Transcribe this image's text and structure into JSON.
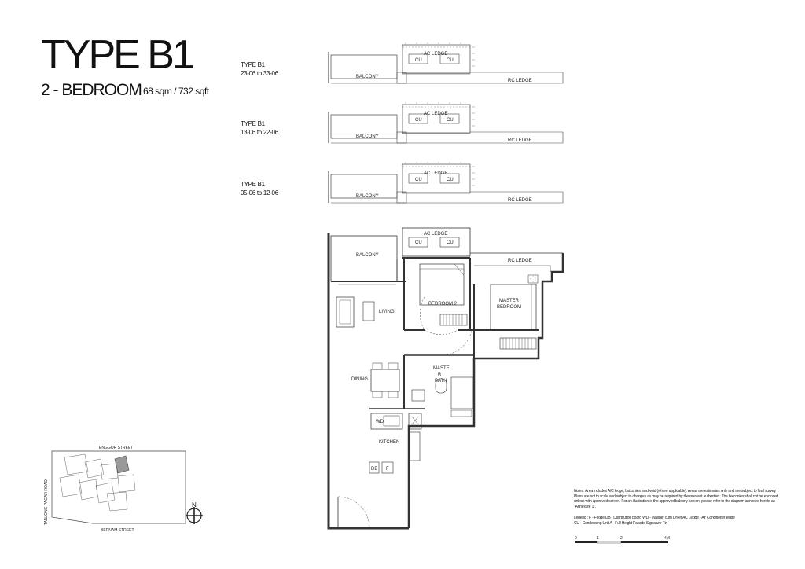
{
  "header": {
    "title": "TYPE B1",
    "subtitle": "2 - BEDROOM",
    "area": "68 sqm / 732 sqft"
  },
  "key_plans": [
    {
      "type": "TYPE B1",
      "range": "23-06 to 33-06"
    },
    {
      "type": "TYPE B1",
      "range": "13-06 to 22-06"
    },
    {
      "type": "TYPE B1",
      "range": "05-06 to 12-06"
    }
  ],
  "labels": {
    "balcony": "BALCONY",
    "ac_ledge": "AC LEDGE",
    "cu": "CU",
    "rc_ledge": "RC LEDGE",
    "bedroom2": "BEDROOM 2",
    "master_line1": "MASTER",
    "master_line2": "BEDROOM",
    "living": "LIVING",
    "dining": "DINING",
    "bath_line1": "MASTE",
    "bath_line2": "R",
    "bath_line3": "BATH",
    "kitchen": "KITCHEN",
    "wd": "WD",
    "db": "DB",
    "f": "F"
  },
  "site_plan": {
    "top_street": "ENGGOR STREET",
    "bottom_street": "BERNAM STREET",
    "side_road": "TANJONG PAGAR ROAD",
    "north": "N"
  },
  "notes": "Notes: Area includes A/C ledge, balconies, and void (where applicable). Areas are estimates only and are subject to final survey. Plans are not to scale and subject to changes as may be required by the relevant authorities. The balconies shall not be enclosed unless with approved screen. For an illustration of the approved balcony screen, please refer to the diagram annexed hereto as \"Annexure 1\".",
  "legend_line1": "Legend : F - Fridge DB - Distribution board WD - Washer cum Dryer AC Ledge - Air Conditioner ledge",
  "legend_line2": "CU - Condensing Unit A - Full Height Facade Signature Fin",
  "scale": {
    "t0": "0",
    "t1": "1",
    "t2": "2",
    "t4": "4M"
  }
}
